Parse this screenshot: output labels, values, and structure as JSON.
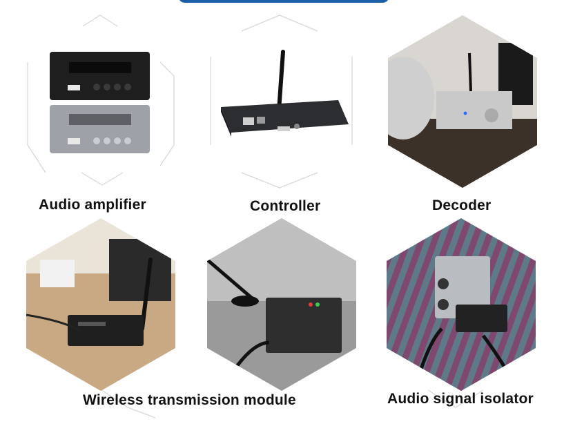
{
  "products": [
    {
      "caption": "Audio amplifier",
      "image_icon": "audio-amplifier-photo"
    },
    {
      "caption": "Controller",
      "image_icon": "controller-photo"
    },
    {
      "caption": "Decoder",
      "image_icon": "decoder-photo"
    },
    {
      "caption": "Wireless transmission module",
      "image_icon": "wireless-module-photo"
    },
    {
      "caption": "Audio signal isolator",
      "image_icon": "audio-isolator-photo"
    }
  ],
  "colors": {
    "accent_bar": "#1a5fa8",
    "caption_text": "#111111",
    "outline": "#d8d8d8"
  }
}
